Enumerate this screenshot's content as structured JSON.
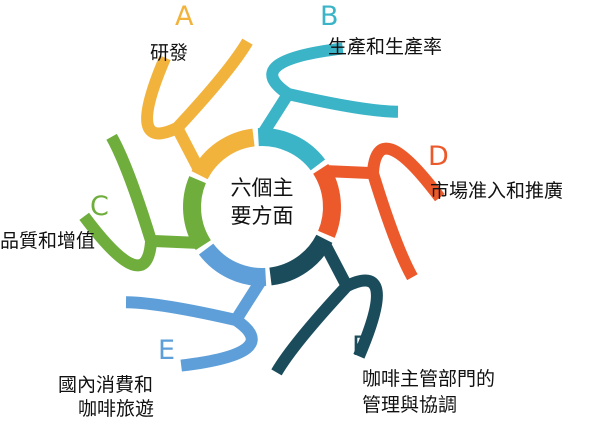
{
  "center": {
    "line1": "六個主",
    "line2": "要方面"
  },
  "segments": [
    {
      "letter": "A",
      "label": "研發",
      "color": "#f2b33d"
    },
    {
      "letter": "B",
      "label": "生產和生產率",
      "color": "#3bb4c8"
    },
    {
      "letter": "D",
      "label": "市場准入和推廣",
      "color": "#ec5a2c"
    },
    {
      "letter": "F",
      "label1": "咖啡主管部門的",
      "label2": "管理與協調",
      "color": "#1b4c5c"
    },
    {
      "letter": "E",
      "label1": "國內消費和",
      "label2": "咖啡旅遊",
      "color": "#5e9fd9"
    },
    {
      "letter": "C",
      "label": "品質和增值",
      "color": "#6fae3d"
    }
  ]
}
